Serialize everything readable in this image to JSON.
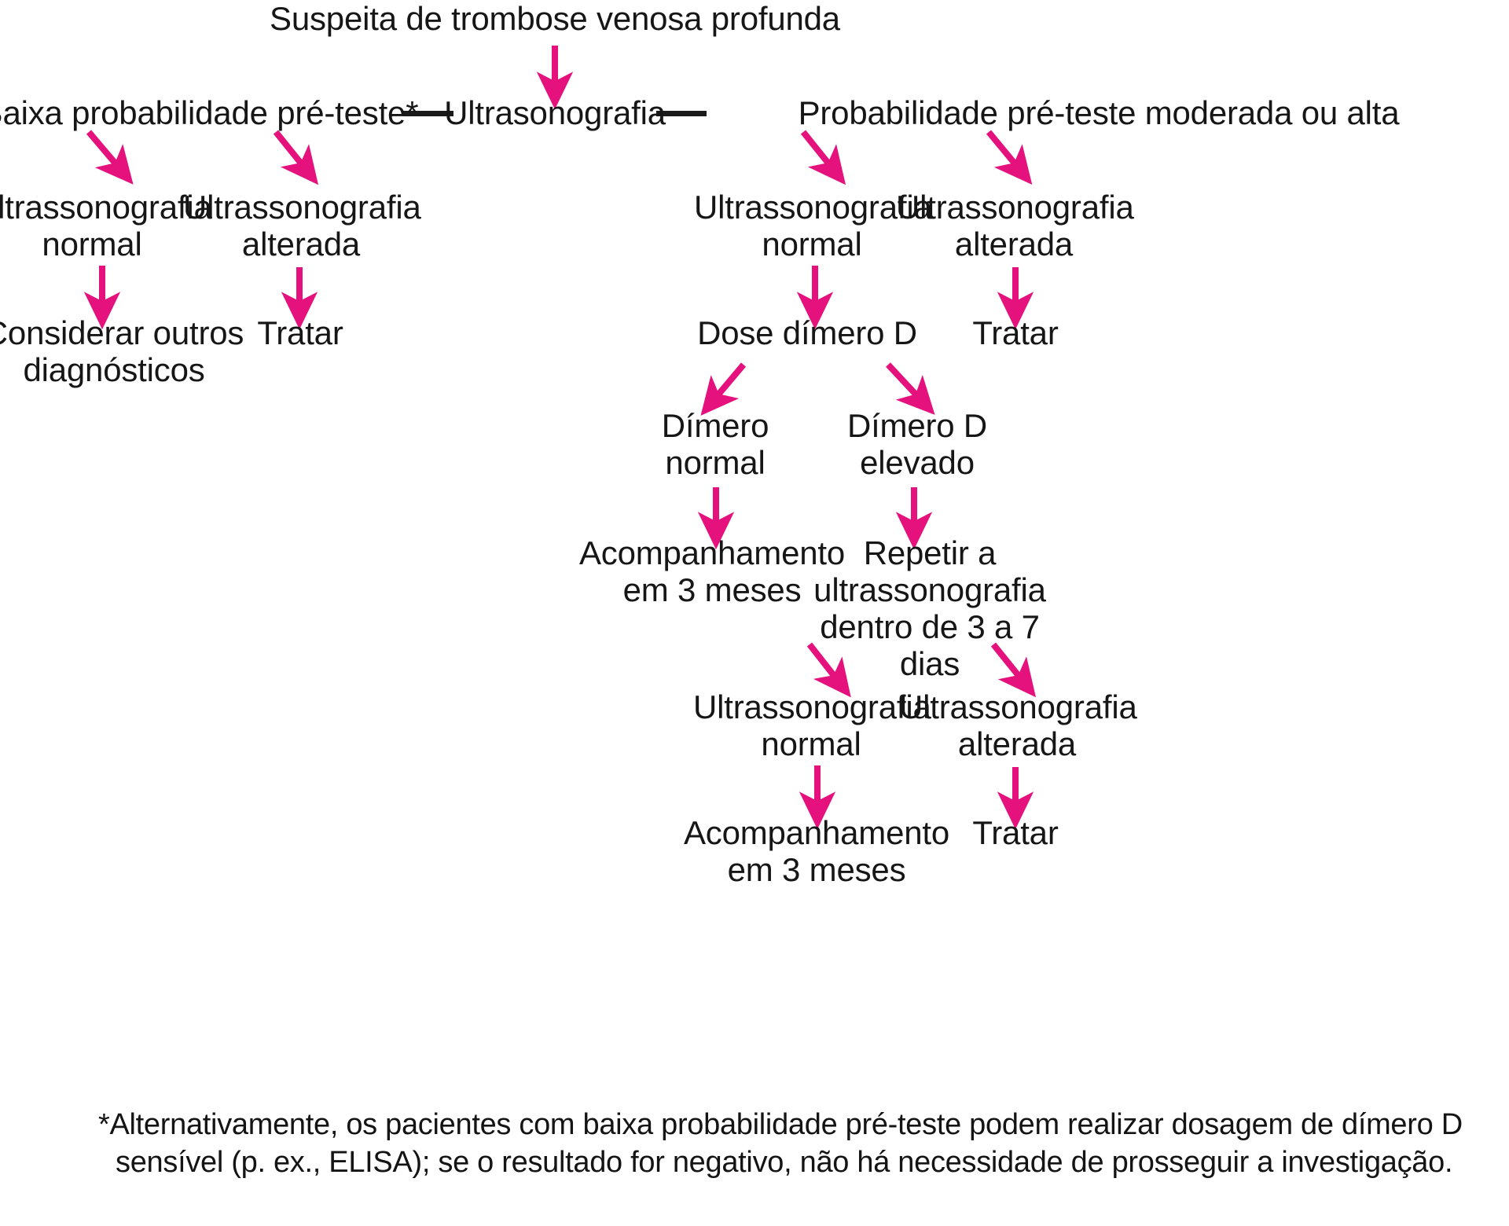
{
  "colors": {
    "arrow": "#E5117C",
    "text": "#161616",
    "connector": "#1a1a1a",
    "background": "#ffffff"
  },
  "diagram": {
    "type": "clinical-algorithm-flowchart",
    "title": "Suspeita de trombose venosa profunda",
    "nodes": {
      "root": "Suspeita de trombose venosa profunda",
      "low_prob": "Baixa probabilidade pré-teste*",
      "ultrasound_test": "Ultrasonografia",
      "high_prob": "Probabilidade pré-teste moderada ou alta",
      "left_us_normal": "Ultrassonografia\nnormal",
      "left_us_altered": "Ultrassonografia\nalterada",
      "left_consider_other": "Considerar outros\ndiagnósticos",
      "left_treat": "Tratar",
      "right_us_normal": "Ultrassonografia\nnormal",
      "right_us_altered": "Ultrassonografia\nalterada",
      "right_treat_1": "Tratar",
      "dimer_dose": "Dose dímero  D",
      "dimer_normal": "Dímero\nnormal",
      "dimer_elevated": "Dímero  D\nelevado",
      "followup_1": "Acompanhamento\nem 3 meses",
      "repeat_us": "Repetir a\nultrassonografia\ndentro de 3 a 7 dias",
      "repeat_us_normal": "Ultrassonografia\nnormal",
      "repeat_us_altered": "Ultrassonografia\nalterada",
      "followup_2": "Acompanhamento\nem 3 meses",
      "right_treat_2": "Tratar"
    },
    "footnote": {
      "line1": "*Alternativamente, os pacientes com baixa probabilidade pré-teste podem realizar dosagem de dímero D",
      "line2": "sensível (p. ex., ELISA); se o resultado for negativo, não há necessidade de prosseguir a investigação."
    }
  }
}
